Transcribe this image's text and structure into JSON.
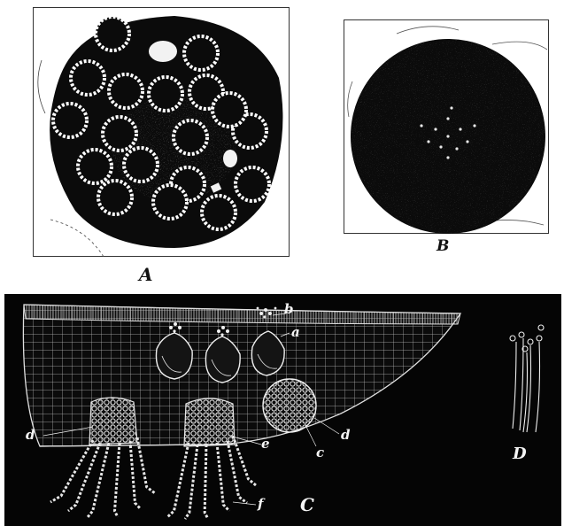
{
  "figures": {
    "A": {
      "label": "A"
    },
    "B": {
      "label": "B"
    },
    "C": {
      "label": "C",
      "parts": {
        "a": "a",
        "b": "b",
        "c": "c",
        "d1": "d",
        "d2": "d",
        "e": "e",
        "f": "f"
      }
    },
    "D": {
      "label": "D"
    }
  },
  "colors": {
    "ink": "#0b0b0b",
    "paper": "#ffffff",
    "white_ink": "#eeeeee"
  }
}
